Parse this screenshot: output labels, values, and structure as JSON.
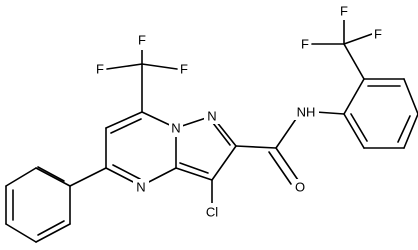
{
  "molecule": {
    "description_visible_labels_only": true,
    "atoms": {
      "cf3_top": {
        "f1": "F",
        "f2": "F",
        "f3": "F"
      },
      "cf3_right": {
        "f1": "F",
        "f2": "F",
        "f3": "F"
      },
      "n_bridge": "N",
      "n_pyrazole": "N",
      "n_pyrimidine": "N",
      "amide_nh": "NH",
      "amide_o": "O",
      "chloro": "Cl"
    }
  }
}
